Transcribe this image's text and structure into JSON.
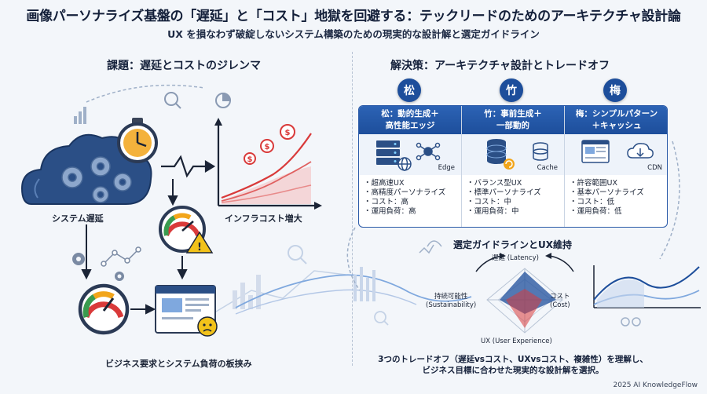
{
  "title": "画像パーソナライズ基盤の「遅延」と「コスト」地獄を回避する：テックリードのためのアーキテクチャ設計論",
  "subtitle": "UX を損なわず破綻しないシステム構築のための現実的な設計解と選定ガイドライン",
  "left": {
    "heading": "課題：遅延とコストのジレンマ",
    "label_latency": "システム遅延",
    "label_cost": "インフラコスト増大",
    "label_squeeze": "ビジネス要求とシステム負荷の板挟み"
  },
  "right": {
    "heading": "解決策：アーキテクチャ設計とトレードオフ",
    "tiers": [
      {
        "badge": "松",
        "head_line1": "松：動的生成＋",
        "head_line2": "高性能エッジ",
        "icon_label": "Edge",
        "points": [
          "・超高速UX",
          "・高精度パーソナライズ",
          "・コスト：高",
          "・運用負荷：高"
        ]
      },
      {
        "badge": "竹",
        "head_line1": "竹：事前生成＋",
        "head_line2": "一部動的",
        "icon_label": "Cache",
        "points": [
          "・バランス型UX",
          "・標準パーソナライズ",
          "・コスト：中",
          "・運用負荷：中"
        ]
      },
      {
        "badge": "梅",
        "head_line1": "梅：シンプルパターン",
        "head_line2": "＋キャッシュ",
        "icon_label": "CDN",
        "points": [
          "・許容範囲UX",
          "・基本パーソナライズ",
          "・コスト：低",
          "・運用負荷：低"
        ]
      }
    ],
    "guide_heading": "選定ガイドラインとUX維持",
    "radar": {
      "top": "遅延 (Latency)",
      "left_line1": "持続可能性",
      "left_line2": "(Sustainability)",
      "right_line1": "コスト",
      "right_line2": "(Cost)",
      "bottom": "UX (User Experience)"
    },
    "conclusion_line1": "3つのトレードオフ（遅延vsコスト、UXvsコスト、複雑性）を理解し、",
    "conclusion_line2": "ビジネス目標に合わせた現実的な設計解を選択。"
  },
  "credit": "2025 AI KnowledgeFlow",
  "colors": {
    "navy": "#1d4e9b",
    "red": "#d93a3a",
    "amber": "#f2a51a",
    "light_blue": "#7fa8de"
  }
}
